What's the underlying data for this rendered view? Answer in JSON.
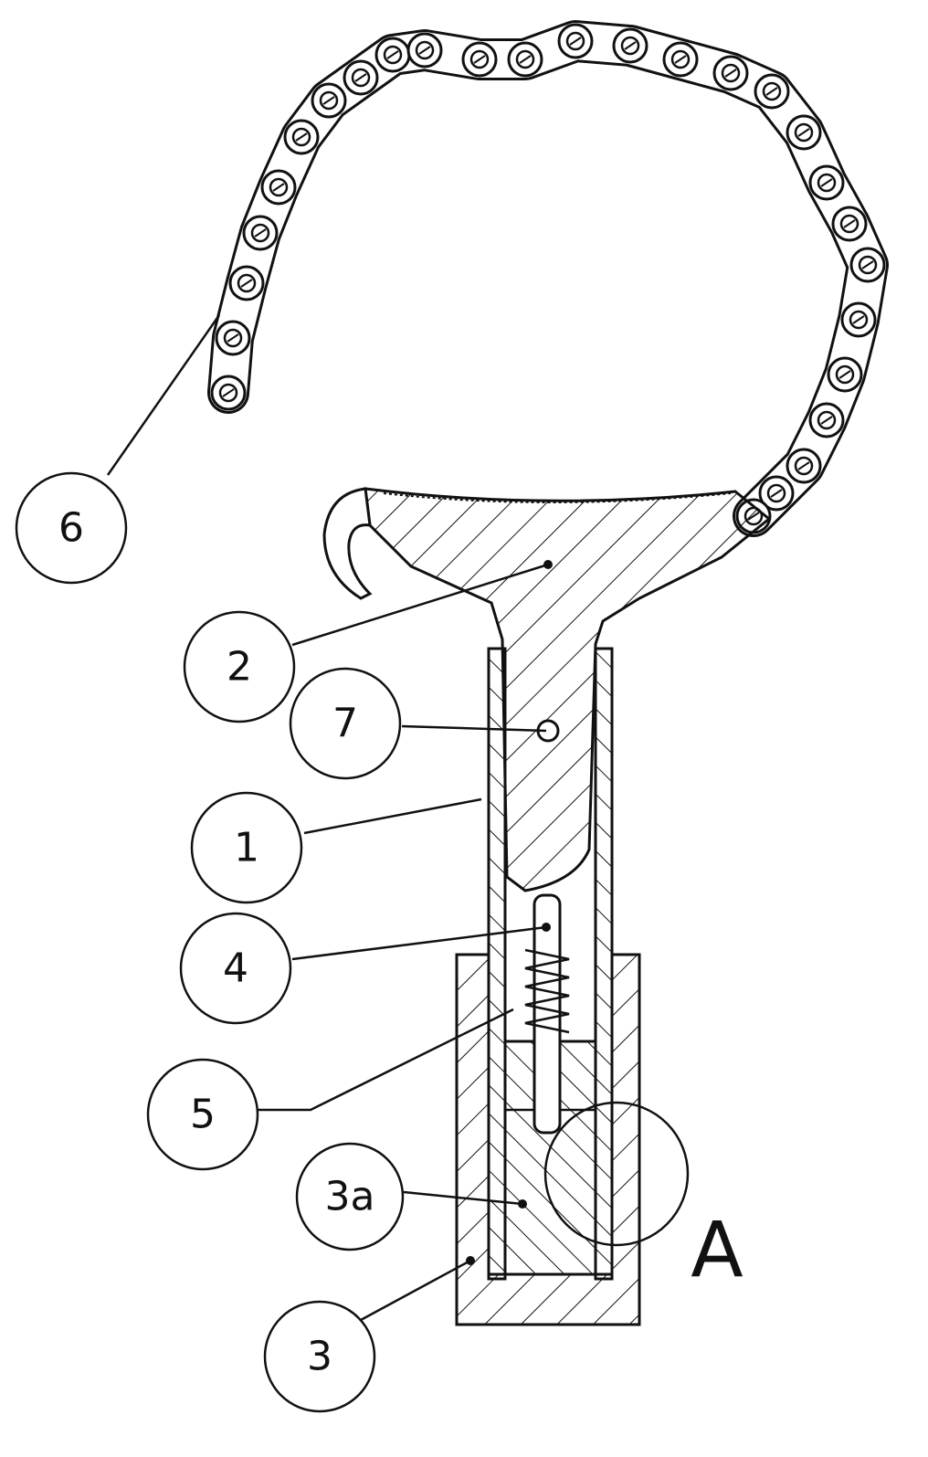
{
  "figure": {
    "callouts": [
      {
        "id": "6",
        "label": "6"
      },
      {
        "id": "2",
        "label": "2"
      },
      {
        "id": "7",
        "label": "7"
      },
      {
        "id": "1",
        "label": "1"
      },
      {
        "id": "4",
        "label": "4"
      },
      {
        "id": "5",
        "label": "5"
      },
      {
        "id": "3a",
        "label": "3a"
      },
      {
        "id": "3",
        "label": "3"
      }
    ],
    "detail_label": "A"
  }
}
